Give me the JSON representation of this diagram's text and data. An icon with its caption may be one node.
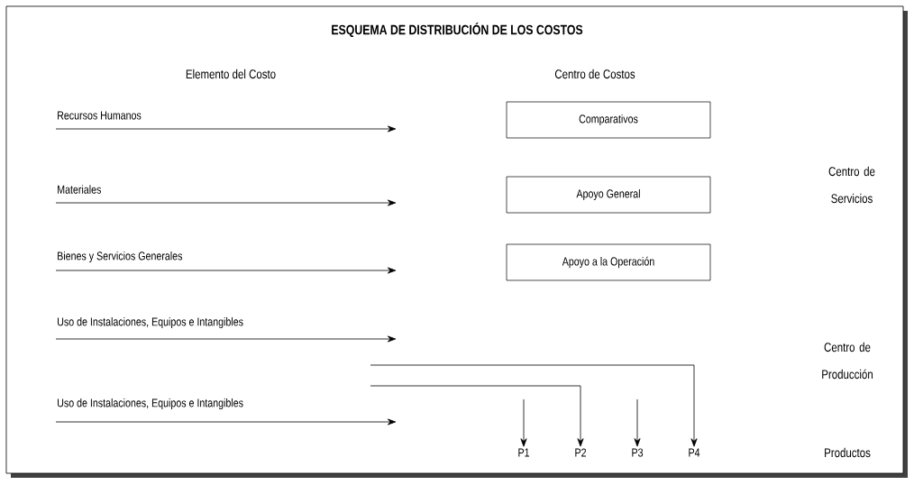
{
  "diagram": {
    "title": "ESQUEMA DE DISTRIBUCIÓN DE LOS COSTOS",
    "nodes": [
      {
        "text": [
          "Recursos Humanos"
        ]
      },
      {
        "text": [
          "Comparativos"
        ]
      },
      {
        "text": [
          "Materiales"
        ]
      },
      {
        "text": [
          "Apoyo General"
        ]
      },
      {
        "text": [
          "Bienes y Servicios Generales"
        ]
      },
      {
        "text": [
          "Apoyo a la Operación"
        ]
      },
      {
        "text": [
          "Uso de Instalaciones, Equipos e Intangibles"
        ]
      },
      {
        "text": [
          "Uso de Instalaciones, Equipos e Intangibles"
        ]
      },
      {
        "text": [
          "P1"
        ]
      },
      {
        "text": [
          "P2"
        ]
      },
      {
        "text": [
          "P3"
        ]
      },
      {
        "text": [
          "P4"
        ]
      }
    ],
    "edges": [
      {
        "from": 0,
        "to": null,
        "arrow": "to"
      },
      {
        "from": 2,
        "to": null,
        "arrow": "to"
      },
      {
        "from": 4,
        "to": null,
        "arrow": "to"
      },
      {
        "from": 6,
        "to": null,
        "arrow": "to"
      },
      {
        "from": 7,
        "to": null,
        "arrow": "to"
      },
      {
        "from": null,
        "to": 8,
        "arrow": "to"
      },
      {
        "from": null,
        "to": 9,
        "arrow": "to"
      },
      {
        "from": null,
        "to": 10,
        "arrow": "to"
      },
      {
        "from": null,
        "to": 11,
        "arrow": "to"
      }
    ],
    "labels": [
      "Elemento del Costo",
      "Centro de Costos",
      "Centro de Servicios",
      "Centro de Producción",
      "Productos"
    ]
  }
}
